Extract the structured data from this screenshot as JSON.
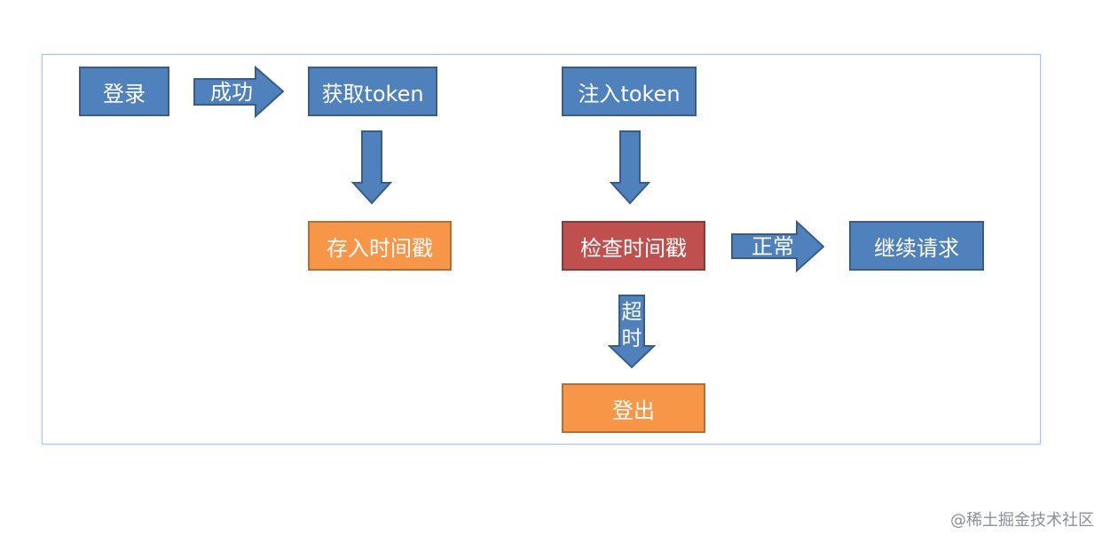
{
  "nodes": {
    "login": "登录",
    "get_token": "获取token",
    "store_timestamp": "存入时间戳",
    "inject_token": "注入token",
    "check_timestamp": "检查时间戳",
    "continue_request": "继续请求",
    "logout": "登出"
  },
  "arrows": {
    "success": "成功",
    "normal": "正常",
    "timeout": "超时"
  },
  "watermark": "@稀土掘金技术社区",
  "colors": {
    "blue": "#4f81bd",
    "orange": "#f79646",
    "red": "#c0504d",
    "text": "#ffffff"
  }
}
